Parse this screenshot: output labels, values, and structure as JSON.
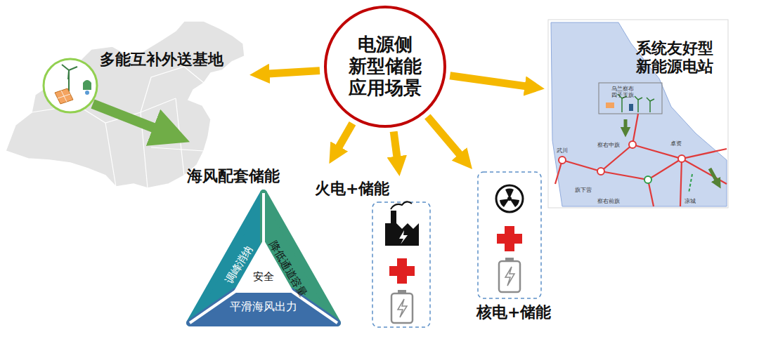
{
  "diagram": {
    "nodes": [
      {
        "text": [
          "电源侧 新型储能 应用场景"
        ]
      },
      {
        "text": [
          "多能互补外送基地"
        ]
      },
      {
        "text": [
          "系统友好型 新能源电站"
        ]
      },
      {
        "text": [
          "海风配套储能"
        ]
      },
      {
        "text": [
          "调峰消纳"
        ],
        "in": 3
      },
      {
        "text": [
          "降低通道容量"
        ],
        "in": 3
      },
      {
        "text": [
          "平滑海风出力"
        ],
        "in": 3
      },
      {
        "text": [
          "安全"
        ],
        "in": 3
      },
      {
        "text": [
          "火电+储能"
        ]
      },
      {
        "text": [
          "核电+储能"
        ]
      }
    ],
    "edges": [
      {
        "from": 0,
        "to": 1,
        "arrow": "to"
      },
      {
        "from": 0,
        "to": 2,
        "arrow": "to"
      },
      {
        "from": 0,
        "to": 3,
        "arrow": "to"
      },
      {
        "from": 0,
        "to": 8,
        "arrow": "to"
      },
      {
        "from": 0,
        "to": 9,
        "arrow": "to"
      }
    ],
    "labels": [
      "乌兰察布 四子王旗",
      "武川",
      "察右中旗",
      "卓资",
      "旗下营",
      "察右前旗",
      "凉城"
    ]
  }
}
